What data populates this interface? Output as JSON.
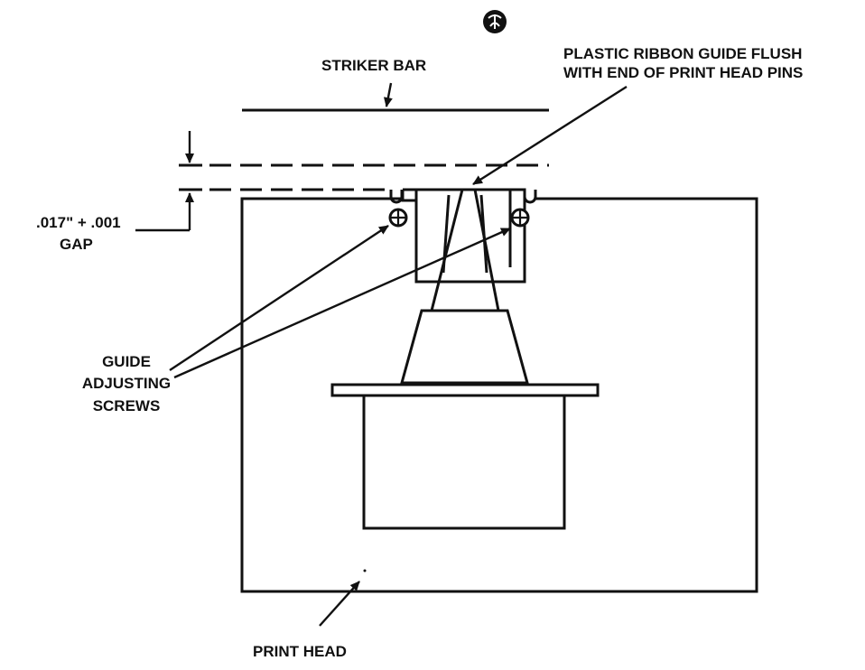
{
  "labels": {
    "striker_bar": "STRIKER BAR",
    "ribbon_guide_line1": "PLASTIC RIBBON GUIDE FLUSH",
    "ribbon_guide_line2": "WITH END OF PRINT HEAD PINS",
    "gap_value": ".017\" + .001",
    "gap_word": "GAP",
    "screws_line1": "GUIDE",
    "screws_line2": "ADJUSTING",
    "screws_line3": "SCREWS",
    "print_head": "PRINT HEAD"
  },
  "symbol": {
    "name": "hazard-symbol-icon"
  },
  "colors": {
    "ink": "#111111",
    "paper": "#ffffff"
  }
}
